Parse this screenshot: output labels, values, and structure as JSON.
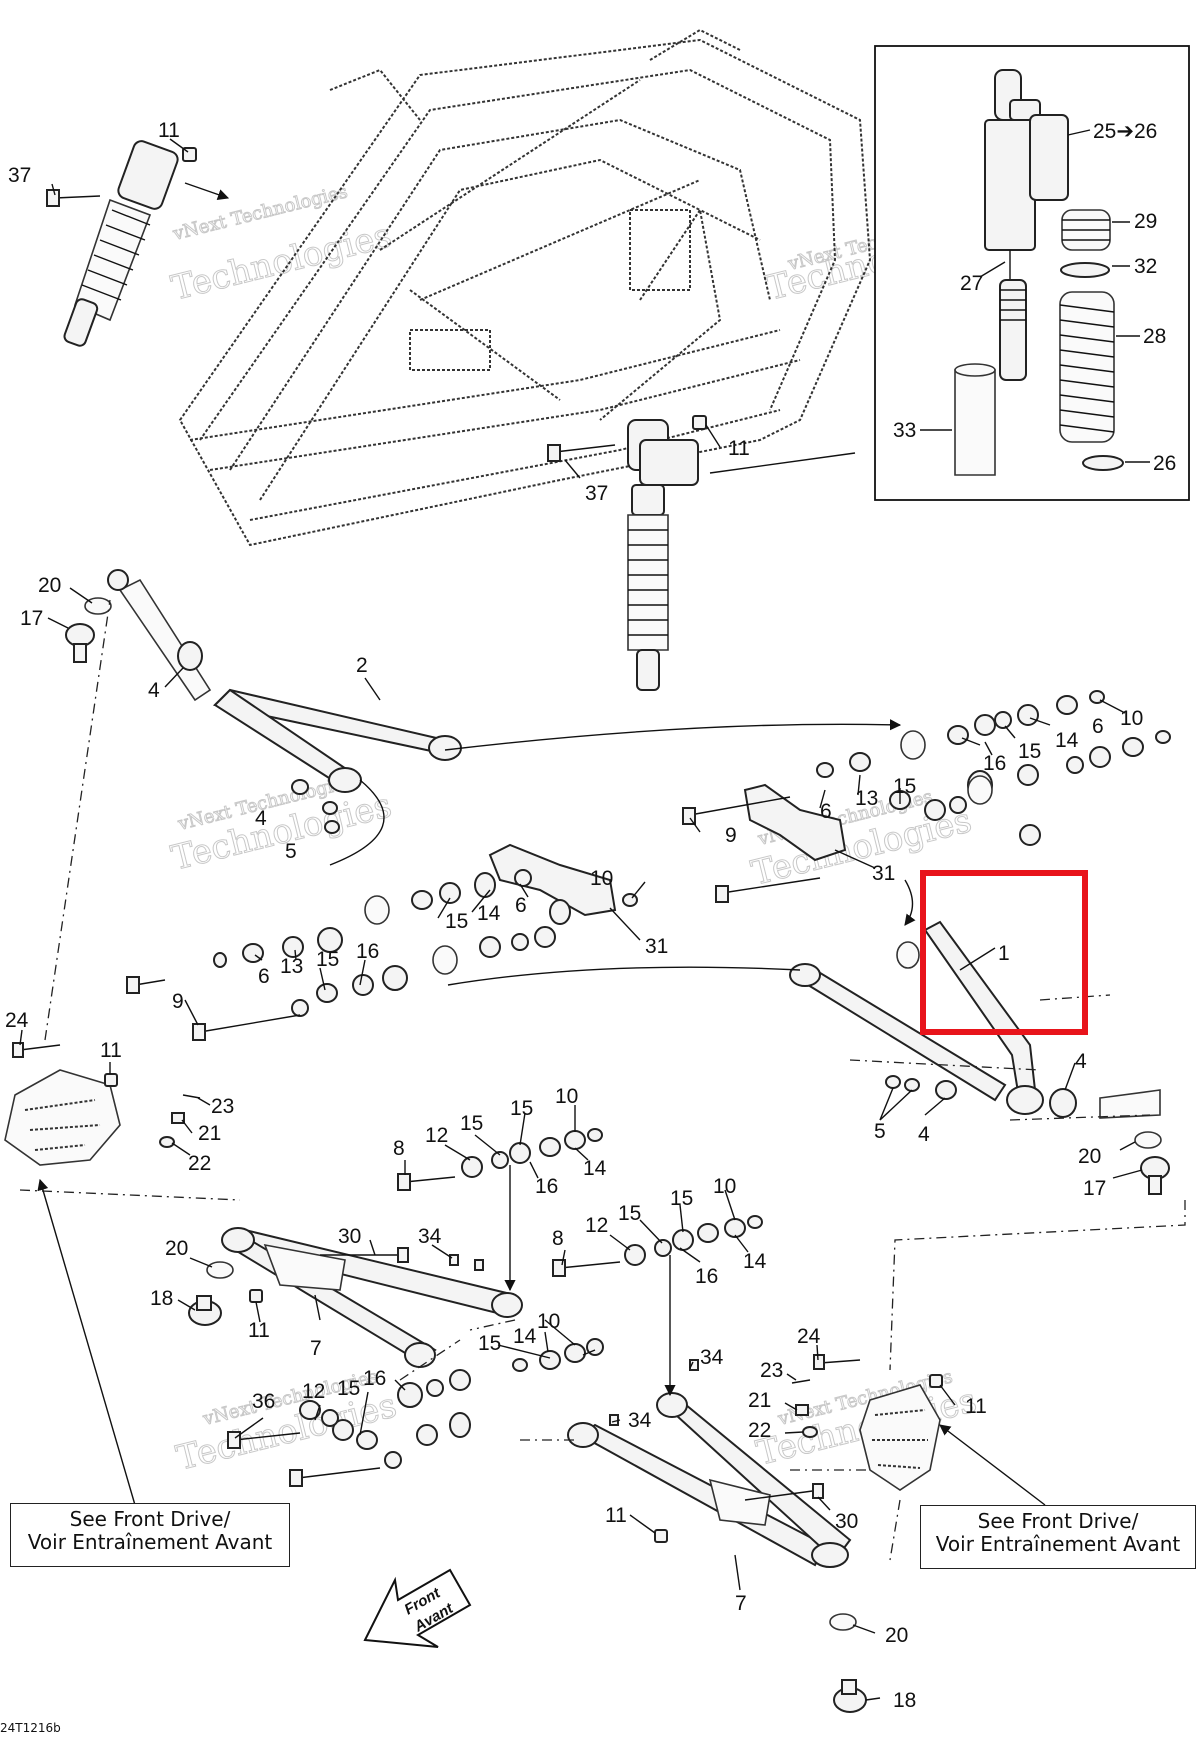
{
  "references": {
    "left_line1": "See Front Drive/",
    "left_line2": "Voir Entraînement Avant",
    "right_line1": "See Front Drive/",
    "right_line2": "Voir Entraînement Avant"
  },
  "front_arrow": {
    "line1": "Front",
    "line2": "Avant"
  },
  "watermark": {
    "line1": "vNext Technologies",
    "line2": "Technologies"
  },
  "document_id": "24T1216b",
  "highlighted_part": "1",
  "callouts": {
    "c11a": "11",
    "c37a": "37",
    "c11b": "11",
    "c37b": "37",
    "c25": "25➔26",
    "c29": "29",
    "c27": "27",
    "c32": "32",
    "c28": "28",
    "c33": "33",
    "c26": "26",
    "c20a": "20",
    "c17a": "17",
    "c4a": "4",
    "c2": "2",
    "c4b": "4",
    "c5a": "5",
    "c10a": "10",
    "c6a": "6",
    "c14a": "14",
    "c15a": "15",
    "c16a": "16",
    "c9a": "9",
    "c6b": "6",
    "c13a": "13",
    "c15b": "15",
    "c31a": "31",
    "c10b": "10",
    "c6c": "6",
    "c15c": "15",
    "c14b": "14",
    "c31b": "31",
    "c6d": "6",
    "c13b": "13",
    "c15d": "15",
    "c16b": "16",
    "c9b": "9",
    "c1": "1",
    "c4c": "4",
    "c5b": "5",
    "c4d": "4",
    "c20b": "20",
    "c17b": "17",
    "c24a": "24",
    "c11c": "11",
    "c23a": "23",
    "c21a": "21",
    "c22a": "22",
    "c8a": "8",
    "c12a": "12",
    "c15e": "15",
    "c15f": "15",
    "c10c": "10",
    "c16c": "16",
    "c14c": "14",
    "c20c": "20",
    "c30a": "30",
    "c34a": "34",
    "c18a": "18",
    "c11d": "11",
    "c7a": "7",
    "c8b": "8",
    "c12b": "12",
    "c15g": "15",
    "c15h": "15",
    "c10d": "10",
    "c14d": "14",
    "c16d": "16",
    "c10e": "10",
    "c15i": "15",
    "c14e": "14",
    "c16e": "16",
    "c15j": "15",
    "c36": "36",
    "c12c": "12",
    "c34b": "34",
    "c34c": "34",
    "c24b": "24",
    "c23b": "23",
    "c21b": "21",
    "c22b": "22",
    "c11e": "11",
    "c11f": "11",
    "c30b": "30",
    "c7b": "7",
    "c20d": "20",
    "c18b": "18"
  }
}
